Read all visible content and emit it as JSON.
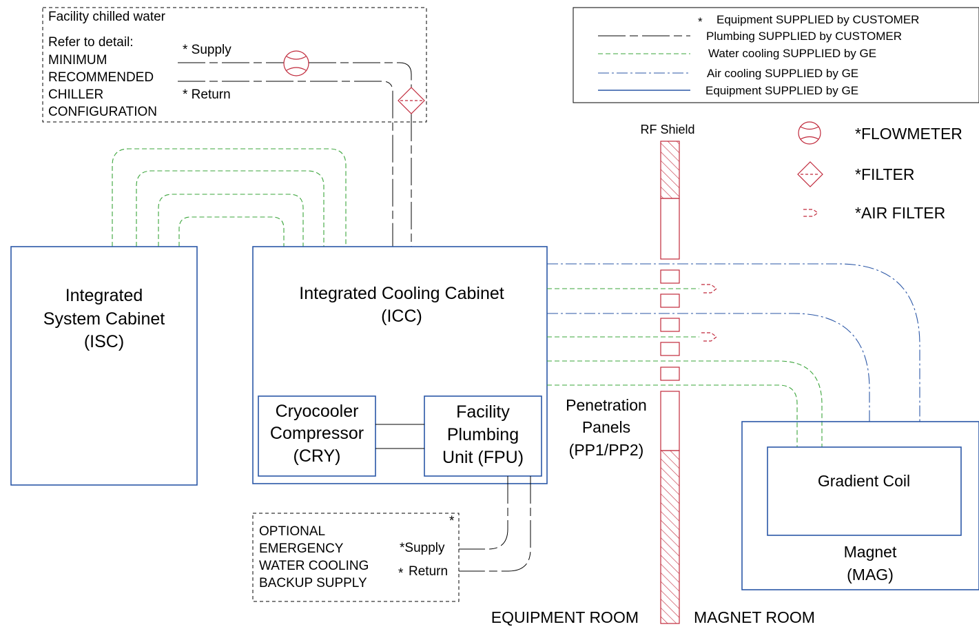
{
  "facility": {
    "title": "Facility chilled water",
    "refer": "Refer to detail:",
    "lines": [
      "MINIMUM",
      "RECOMMENDED",
      "CHILLER",
      "CONFIGURATION"
    ],
    "supply": "* Supply",
    "return": "* Return"
  },
  "legend": {
    "items": [
      {
        "label": "Equipment SUPPLIED by CUSTOMER",
        "symbol": "*"
      },
      {
        "label": "Plumbing SUPPLIED by CUSTOMER"
      },
      {
        "label": "Water cooling SUPPLIED by GE"
      },
      {
        "label": "Air cooling SUPPLIED by GE"
      },
      {
        "label": "Equipment SUPPLIED by GE"
      }
    ]
  },
  "symbols": {
    "flowmeter": "*FLOWMETER",
    "filter": "*FILTER",
    "air_filter": "*AIR FILTER"
  },
  "rf_shield": "RF Shield",
  "isc": {
    "line1": "Integrated",
    "line2": "System Cabinet",
    "line3": "(ISC)"
  },
  "icc": {
    "line1": "Integrated Cooling Cabinet",
    "line2": "(ICC)"
  },
  "cry": {
    "line1": "Cryocooler",
    "line2": "Compressor",
    "line3": "(CRY)"
  },
  "fpu": {
    "line1": "Facility",
    "line2": "Plumbing",
    "line3": "Unit (FPU)"
  },
  "penetration": {
    "line1": "Penetration",
    "line2": "Panels",
    "line3": "(PP1/PP2)"
  },
  "gradient_coil": "Gradient Coil",
  "magnet": {
    "line1": "Magnet",
    "line2": "(MAG)"
  },
  "emergency": {
    "lines": [
      "OPTIONAL",
      "EMERGENCY",
      "WATER COOLING",
      "BACKUP SUPPLY"
    ],
    "supply": "*Supply",
    "return": "Return",
    "return_star": "*",
    "corner_star": "*"
  },
  "rooms": {
    "equipment": "EQUIPMENT ROOM",
    "magnet": "MAGNET ROOM"
  },
  "colors": {
    "ge_equipment": "#2a56a6",
    "water_cooling": "#3aa43a",
    "customer_symbols": "#c0283a",
    "customer_plumbing": "#000000"
  }
}
